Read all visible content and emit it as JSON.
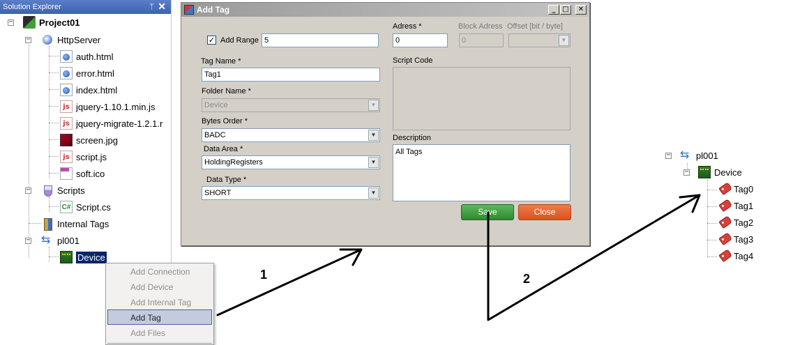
{
  "solution_explorer": {
    "title": "Solution Explorer",
    "pin_glyph": "ᛘ",
    "close_glyph": "✕",
    "project": "Project01",
    "http_server": "HttpServer",
    "files": [
      "auth.html",
      "error.html",
      "index.html",
      "jquery-1.10.1.min.js",
      "jquery-migrate-1.2.1.r",
      "screen.jpg",
      "script.js",
      "soft.ico"
    ],
    "scripts": "Scripts",
    "script_file": "Script.cs",
    "internal_tags": "Internal Tags",
    "connection": "pl001",
    "device": "Device"
  },
  "context_menu": {
    "items": [
      "Add Connection",
      "Add Device",
      "Add Internal Tag",
      "Add Tag",
      "Add Files"
    ]
  },
  "dialog": {
    "title": "Add Tag",
    "add_range_label": "Add Range",
    "add_range_checked": true,
    "add_range_value": "5",
    "tag_name_label": "Tag Name *",
    "tag_name_value": "Tag1",
    "folder_name_label": "Folder Name *",
    "folder_name_value": "Device",
    "bytes_order_label": "Bytes Order *",
    "bytes_order_value": "BADC",
    "data_area_label": "Data Area *",
    "data_area_value": "HoldingRegisters",
    "data_type_label": "Data Type *",
    "data_type_value": "SHORT",
    "address_label": "Adress *",
    "address_value": "0",
    "block_address_label": "Block Adress",
    "block_address_value": "0",
    "offset_label": "Offset [bit / byte]",
    "script_code_label": "Script Code",
    "description_label": "Description",
    "description_value": "All Tags",
    "save_label": "Save",
    "close_label": "Close"
  },
  "right_tree": {
    "connection": "pl001",
    "device": "Device",
    "tags": [
      "Tag0",
      "Tag1",
      "Tag2",
      "Tag3",
      "Tag4"
    ]
  },
  "annotations": {
    "step1": "1",
    "step2": "2"
  }
}
